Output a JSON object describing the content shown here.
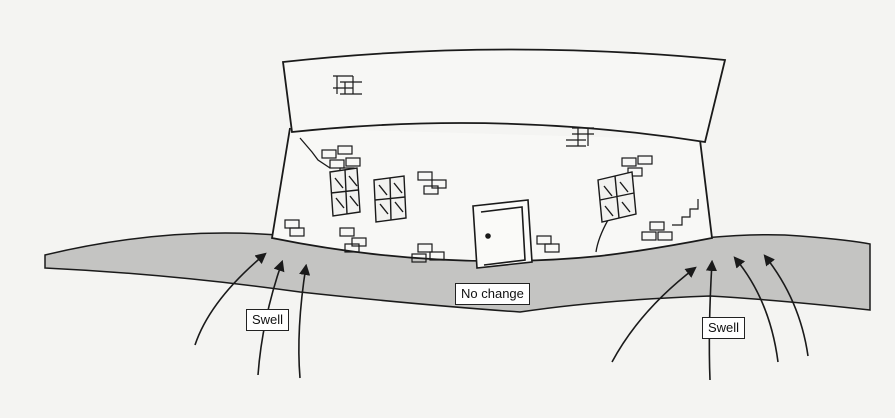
{
  "labels": {
    "swell_left": "Swell",
    "no_change": "No change",
    "swell_right": "Swell"
  },
  "colors": {
    "background": "#f4f4f2",
    "soil": "#c4c4c2",
    "line": "#1a1a1a"
  }
}
